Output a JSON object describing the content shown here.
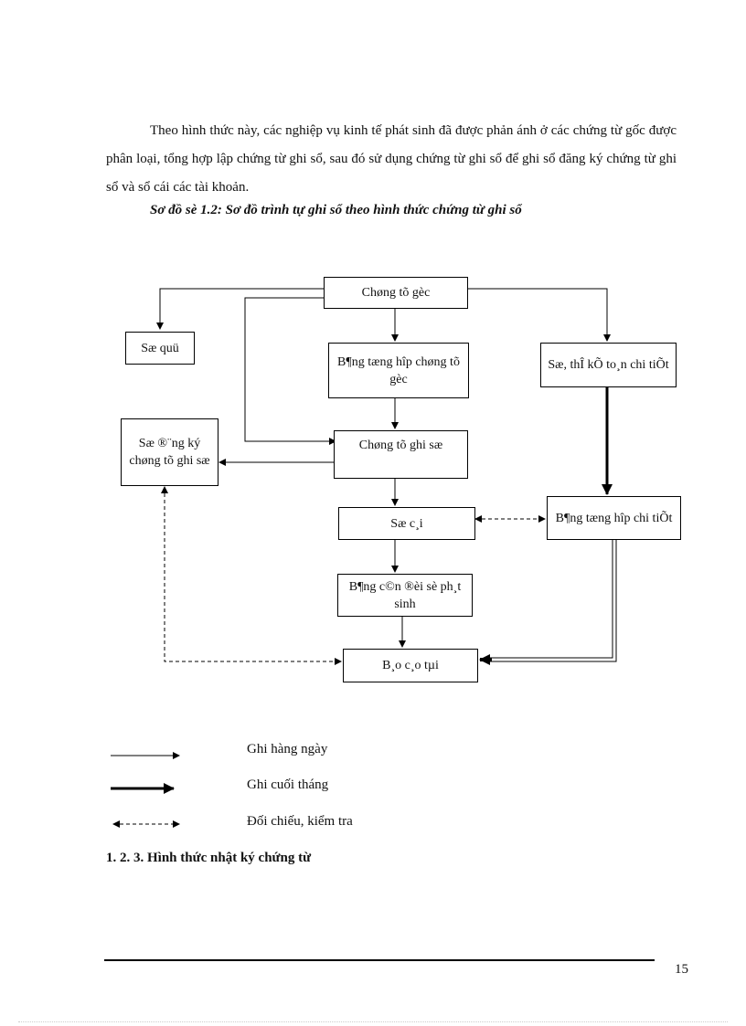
{
  "paragraph": "Theo hình thức này, các nghiệp vụ kinh tế phát sinh đã được phản ánh ở các chứng từ gốc được phân loại, tổng hợp lập chứng từ ghi sổ, sau đó sử dụng chứng từ ghi sổ để ghi sổ đăng ký chứng từ ghi sổ và sổ cái các tài khoản.",
  "caption": "Sơ đồ sè 1.2: Sơ đồ trình tự ghi sổ theo hình thức chứng từ ghi sổ",
  "boxes": {
    "chung_tu_goc": "Chøng tõ gèc",
    "so_quy": "Sæ quü",
    "bang_tong_hop_goc": "B¶ng tæng hîp chøng tõ gèc",
    "so_the_chi_tiet": "Sæ, thÎ kÕ to¸n chi tiÕt",
    "so_dang_ky": "Sæ ®¨ng ký chøng tõ ghi sæ",
    "chung_tu_ghi_so": "Chøng tõ ghi sæ",
    "so_cai": "Sæ c¸i",
    "bang_tong_hop_chi_tiet": "B¶ng tæng hîp chi tiÕt",
    "bang_can_doi": "B¶ng c©n ®èi sè ph¸t sinh",
    "bao_cao": "B¸o c¸o tµi"
  },
  "legend": {
    "daily": "Ghi hàng ngày",
    "month_end": "Ghi cuối tháng",
    "check": "Đối chiếu, kiểm tra"
  },
  "heading": "1. 2. 3. Hình thức nhật ký chứng từ",
  "page_number": "15"
}
